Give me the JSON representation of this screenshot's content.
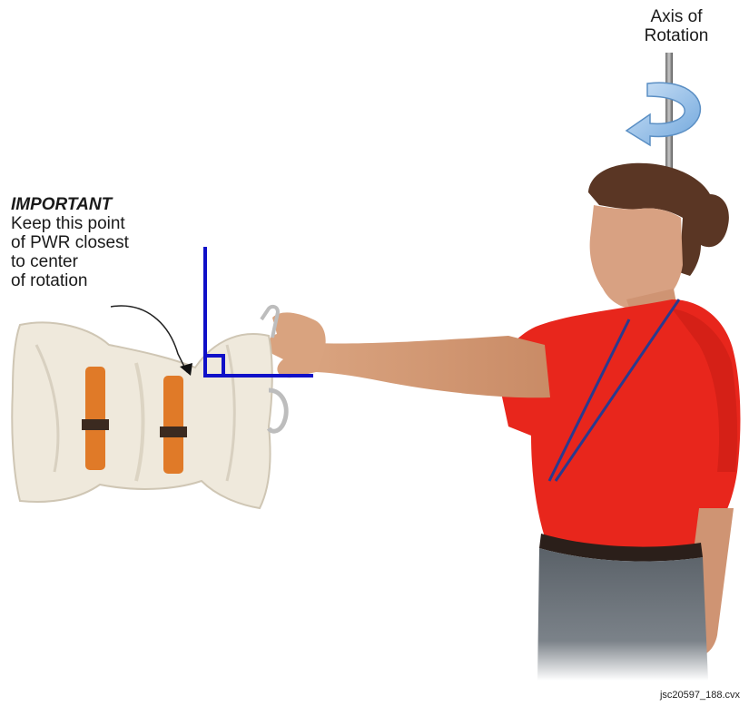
{
  "axis_label": {
    "line1": "Axis of",
    "line2": "Rotation"
  },
  "note": {
    "heading": "IMPORTANT",
    "lines": [
      "Keep this point",
      "of  PWR closest",
      "to center",
      "of rotation"
    ]
  },
  "figure_id": "jsc20597_188.cvx",
  "colors": {
    "right_angle_marker": "#1010c8",
    "rotation_arrow": "#7fb4e6",
    "shirt": "#e8261c",
    "bag": "#efe9dc",
    "straps": "#e07a28"
  },
  "icons": [
    "rotation-arrow-icon",
    "right-angle-marker-icon",
    "pointer-arrow-icon"
  ]
}
